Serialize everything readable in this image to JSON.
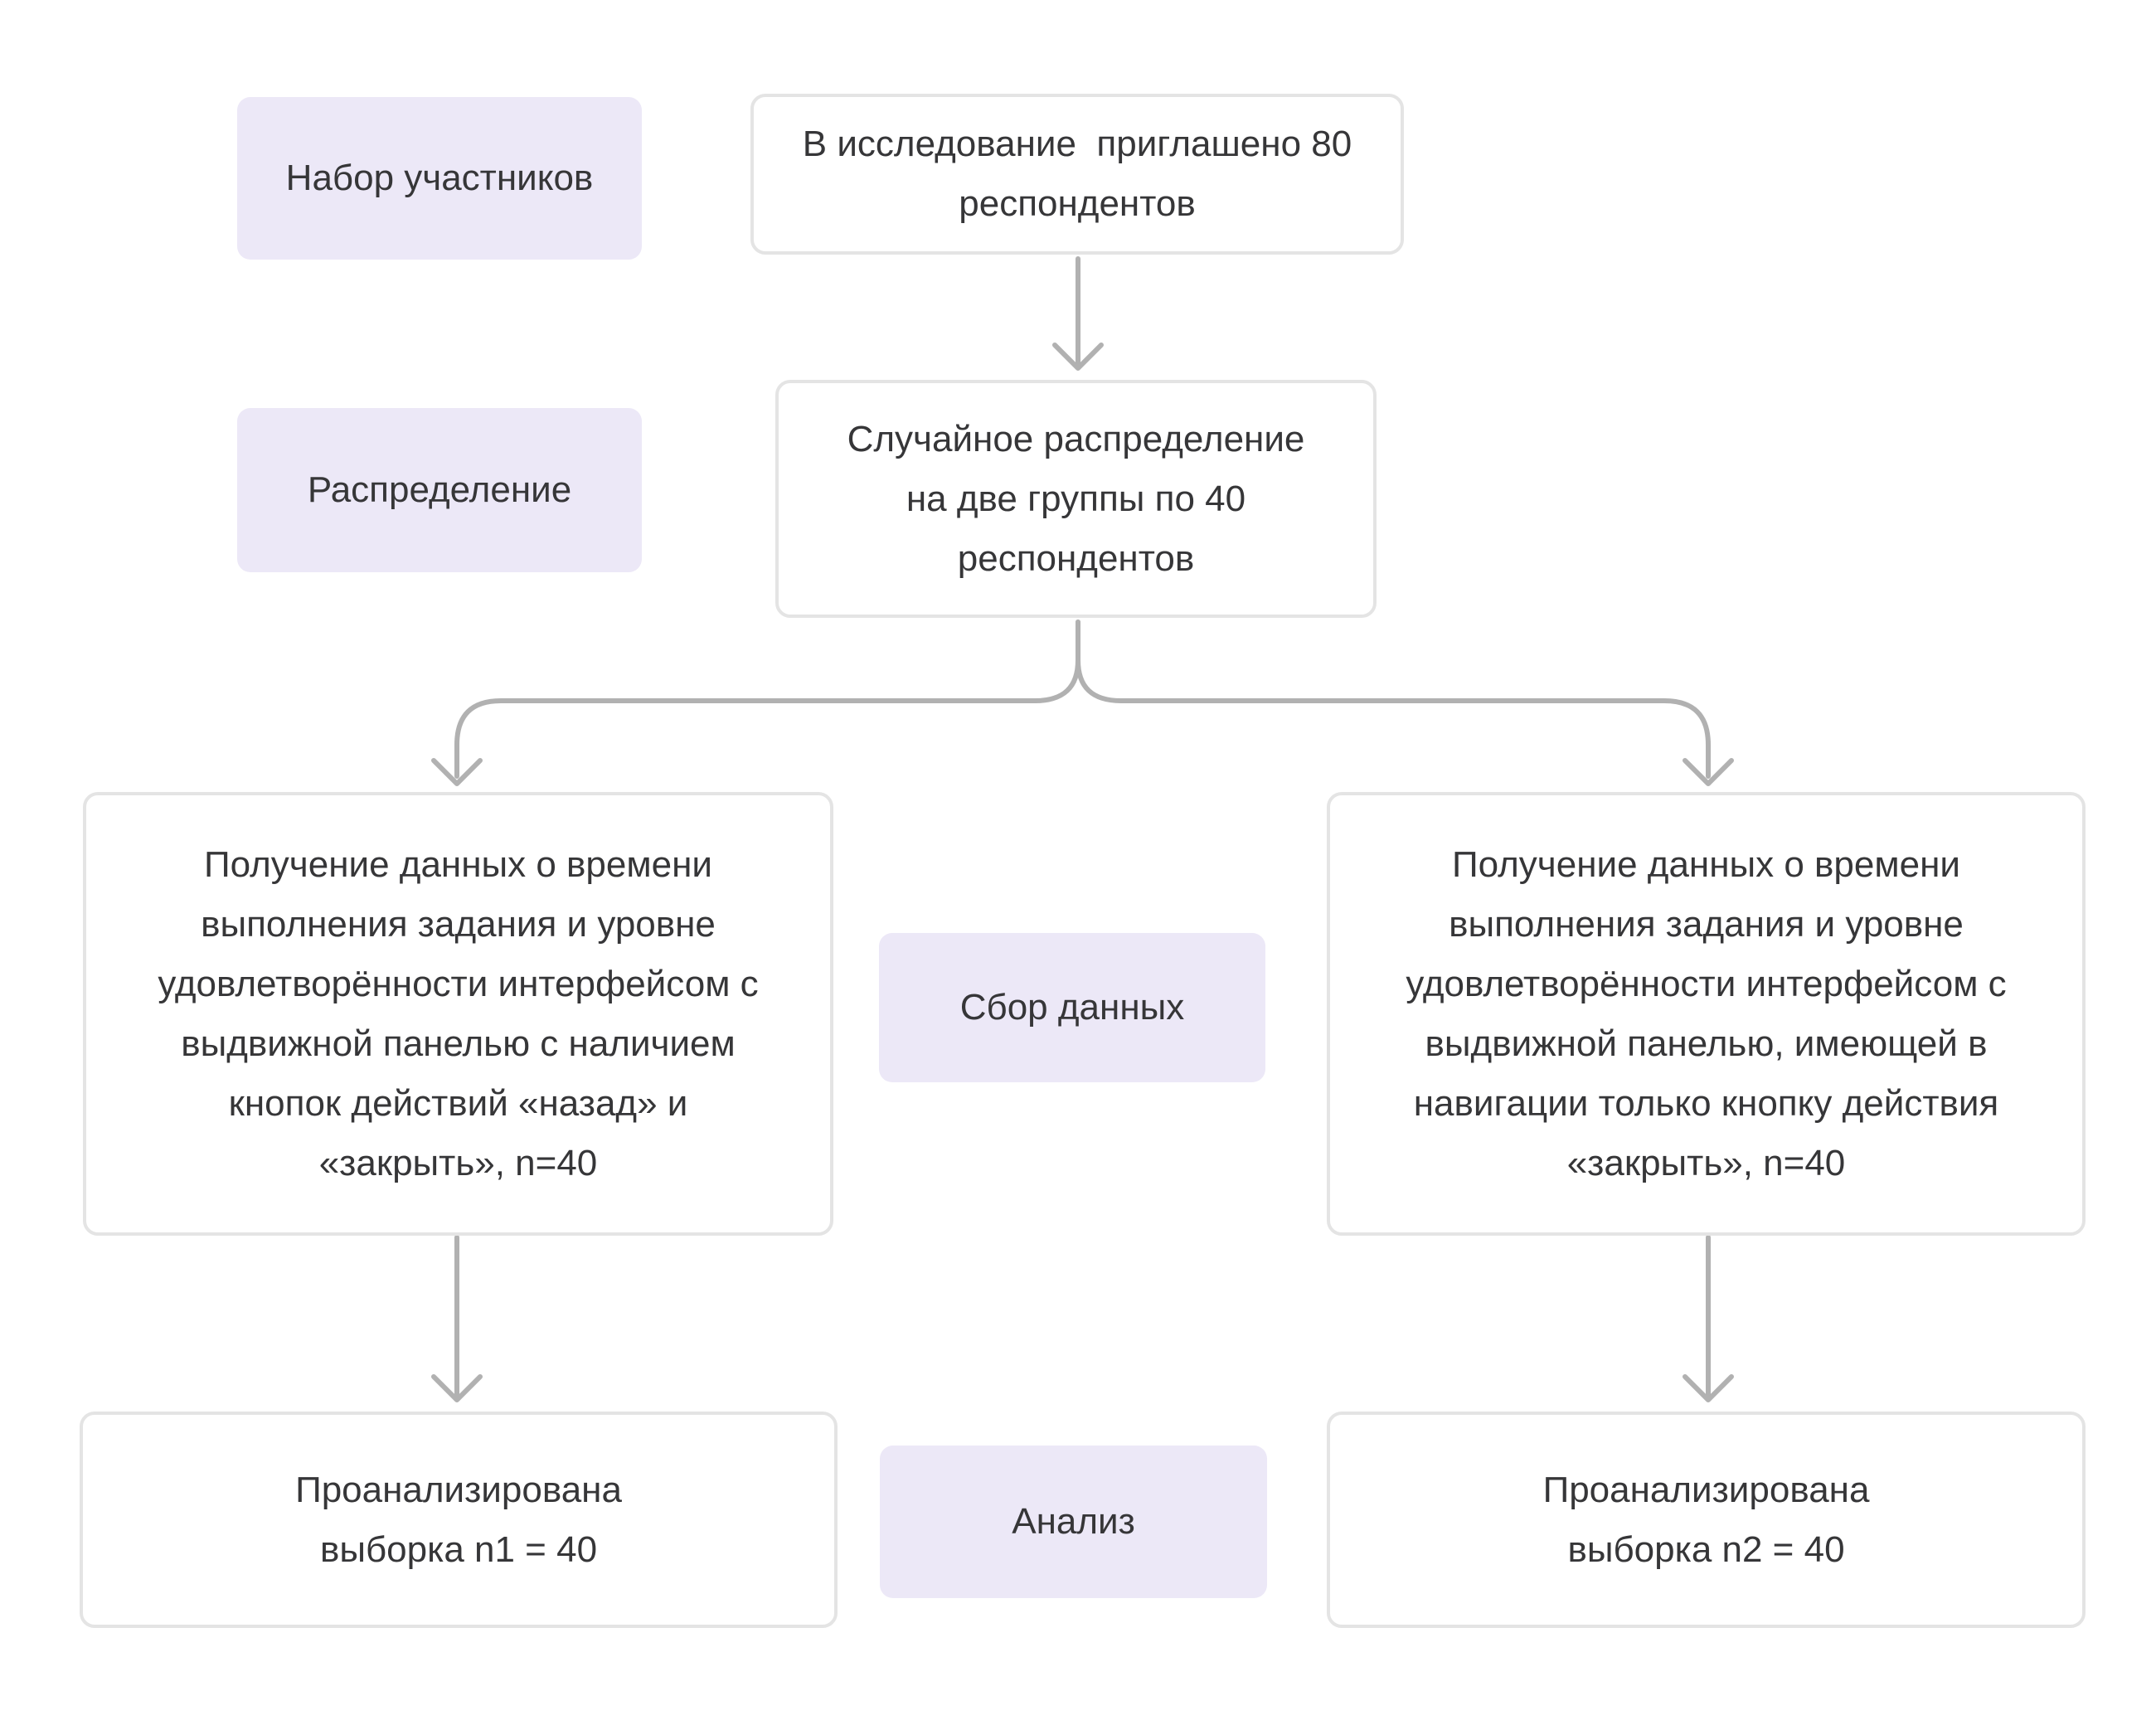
{
  "colors": {
    "page_bg": "#ffffff",
    "label_fill": "#ece8f7",
    "box_fill": "#ffffff",
    "box_border": "#e4e4e4",
    "arrow": "#b1b1b1",
    "text": "#363638"
  },
  "stages": [
    {
      "key": "recruitment",
      "label": "Набор участников"
    },
    {
      "key": "allocation",
      "label": "Распределение"
    },
    {
      "key": "data_collection",
      "label": "Сбор данных"
    },
    {
      "key": "analysis",
      "label": "Анализ"
    }
  ],
  "nodes": {
    "invited": {
      "text": "В исследование  приглашено 80\nреспондентов"
    },
    "randomized": {
      "text": "Случайное распределение\nна две группы по 40\nреспондентов"
    },
    "group1": {
      "text": "Получение данных о времени\nвыполнения задания и уровне\nудовлетворённости интерфейсом с\nвыдвижной панелью с наличием\nкнопок действий «назад» и\n«закрыть», n=40"
    },
    "group2": {
      "text": "Получение данных о времени\nвыполнения задания и уровне\nудовлетворённости интерфейсом с\nвыдвижной панелью, имеющей в\nнавигации только кнопку действия\n«закрыть», n=40"
    },
    "sample1": {
      "text": "Проанализирована\nвыборка n1 = 40"
    },
    "sample2": {
      "text": "Проанализирована\nвыборка n2 = 40"
    }
  },
  "values": {
    "invited_respondents": 80,
    "group_size": 40,
    "n1": 40,
    "n2": 40
  }
}
